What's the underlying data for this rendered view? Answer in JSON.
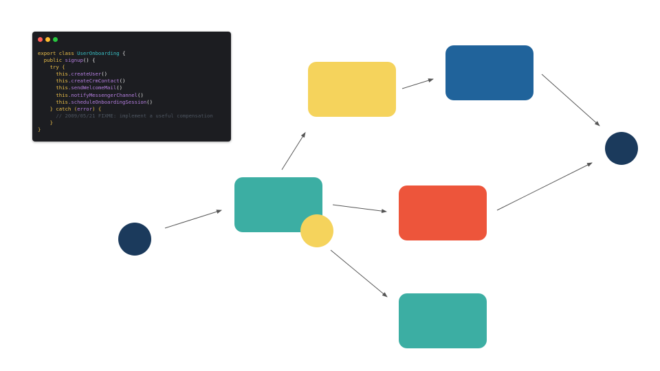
{
  "code_window": {
    "traffic_lights": [
      {
        "name": "close",
        "color": "#ff5f57"
      },
      {
        "name": "minimize",
        "color": "#febc2e"
      },
      {
        "name": "zoom",
        "color": "#28c840"
      }
    ],
    "lines": [
      [
        {
          "t": "export class ",
          "c": "kw"
        },
        {
          "t": "UserOnboarding",
          "c": "cls"
        },
        {
          "t": " {",
          "c": "plain"
        }
      ],
      [
        {
          "t": "  public ",
          "c": "kw"
        },
        {
          "t": "signup",
          "c": "fn"
        },
        {
          "t": "() {",
          "c": "plain"
        }
      ],
      [
        {
          "t": "    try {",
          "c": "kw"
        }
      ],
      [
        {
          "t": "      this",
          "c": "kw"
        },
        {
          "t": ".createUser",
          "c": "fn"
        },
        {
          "t": "()",
          "c": "plain"
        }
      ],
      [
        {
          "t": "      this",
          "c": "kw"
        },
        {
          "t": ".createCrmContact",
          "c": "fn"
        },
        {
          "t": "()",
          "c": "plain"
        }
      ],
      [
        {
          "t": "      this",
          "c": "kw"
        },
        {
          "t": ".sendWelcomeMail",
          "c": "fn"
        },
        {
          "t": "()",
          "c": "plain"
        }
      ],
      [
        {
          "t": "      this",
          "c": "kw"
        },
        {
          "t": ".notifyMessengerChannel",
          "c": "fn"
        },
        {
          "t": "()",
          "c": "plain"
        }
      ],
      [
        {
          "t": "      this",
          "c": "kw"
        },
        {
          "t": ".scheduleOnboardingSession",
          "c": "fn"
        },
        {
          "t": "()",
          "c": "plain"
        }
      ],
      [
        {
          "t": "    } catch (",
          "c": "kw"
        },
        {
          "t": "error",
          "c": "fn"
        },
        {
          "t": ") {",
          "c": "kw"
        }
      ],
      [
        {
          "t": "      // 2009/05/21 FIXME: implement a useful compensation",
          "c": "cm"
        }
      ],
      [
        {
          "t": "    }",
          "c": "kw"
        }
      ],
      [
        {
          "t": "}",
          "c": "kw"
        }
      ]
    ]
  },
  "colors": {
    "navy": "#1b3a5c",
    "teal": "#3caea3",
    "yellow": "#f5d35c",
    "blue": "#20639b",
    "red": "#ed553b",
    "edge": "#555555"
  },
  "nodes": [
    {
      "id": "start",
      "shape": "circle",
      "color": "navy"
    },
    {
      "id": "create-user-task",
      "shape": "rect",
      "color": "teal"
    },
    {
      "id": "boundary-error-event",
      "shape": "circle",
      "color": "yellow"
    },
    {
      "id": "crm-contact-task",
      "shape": "rect",
      "color": "yellow"
    },
    {
      "id": "welcome-mail-task",
      "shape": "rect",
      "color": "blue"
    },
    {
      "id": "messenger-task",
      "shape": "rect",
      "color": "red"
    },
    {
      "id": "compensation-task",
      "shape": "rect",
      "color": "teal"
    },
    {
      "id": "end",
      "shape": "circle",
      "color": "navy"
    }
  ],
  "edges": [
    {
      "from": "start",
      "to": "create-user-task"
    },
    {
      "from": "create-user-task",
      "to": "crm-contact-task"
    },
    {
      "from": "crm-contact-task",
      "to": "welcome-mail-task"
    },
    {
      "from": "welcome-mail-task",
      "to": "end"
    },
    {
      "from": "create-user-task",
      "to": "messenger-task"
    },
    {
      "from": "messenger-task",
      "to": "end"
    },
    {
      "from": "boundary-error-event",
      "to": "compensation-task"
    }
  ]
}
